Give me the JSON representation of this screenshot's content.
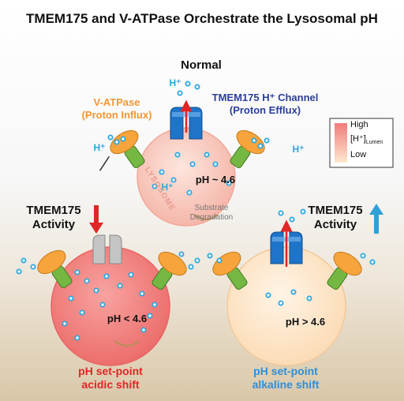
{
  "title": "TMEM175 and V-ATPase Orchestrate the Lysosomal pH",
  "normal": {
    "heading": "Normal",
    "vatpase_line1": "V-ATPase",
    "vatpase_line2": "(Proton Influx)",
    "tmem_line1": "TMEM175 H⁺ Channel",
    "tmem_line2": "(Proton Efflux)",
    "ph": "pH ~ 4.6",
    "lysosome": "LYSOSOME",
    "substrate_line1": "Substrate",
    "substrate_line2": "Degradation",
    "proton": "H⁺"
  },
  "legend": {
    "high": "High",
    "mid": "[H⁺]",
    "mid_sub": "Lumen",
    "low": "Low",
    "colors": {
      "high": "#f27b7b",
      "low": "#fde8cf"
    }
  },
  "left": {
    "label_line1": "TMEM175",
    "label_line2": "Activity",
    "arrow": "down",
    "arrow_color": "#e02626",
    "ph": "pH < 4.6",
    "caption_line1": "pH set-point",
    "caption_line2": "acidic shift",
    "caption_color": "#e02626"
  },
  "right": {
    "label_line1": "TMEM175",
    "label_line2": "Activity",
    "arrow": "up",
    "arrow_color": "#2fa0d8",
    "ph": "pH > 4.6",
    "caption_line1": "pH set-point",
    "caption_line2": "alkaline shift",
    "caption_color": "#2f8fd8"
  },
  "colors": {
    "vatpase_text": "#f2962f",
    "tmem_text": "#2b3f9a",
    "proton": "#29a7e0"
  }
}
